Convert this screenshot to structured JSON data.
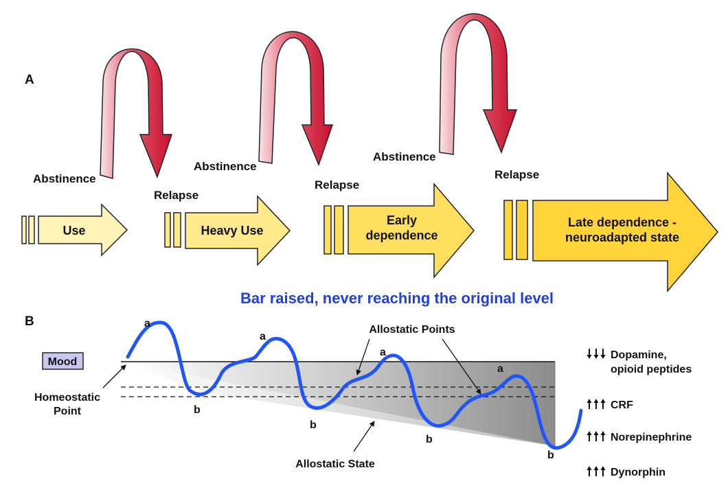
{
  "panel_a": {
    "label": "A",
    "stages": [
      {
        "lines": [
          "Use"
        ]
      },
      {
        "lines": [
          "Heavy Use"
        ]
      },
      {
        "lines": [
          "Early",
          "dependence"
        ]
      },
      {
        "lines": [
          "Late dependence -",
          "neuroadapted state"
        ]
      }
    ],
    "abstinence_label": "Abstinence",
    "relapse_label": "Relapse",
    "colors": {
      "stage_fills": [
        "#fff3b8",
        "#ffe98a",
        "#ffdf5e",
        "#ffd43a"
      ],
      "loop_arrow": "#c8102e"
    }
  },
  "caption": {
    "text": "Bar raised, never reaching the original level",
    "color": "#1f3fe0"
  },
  "panel_b": {
    "label": "B",
    "mood_label": "Mood",
    "peak_label": "a",
    "trough_label": "b",
    "homeostatic_point": [
      "Homeostatic",
      "Point"
    ],
    "allostatic_points": "Allostatic Points",
    "allostatic_state": "Allostatic State",
    "neurochemicals": [
      {
        "direction": "down",
        "lines": [
          "Dopamine,",
          "opioid peptides"
        ]
      },
      {
        "direction": "up",
        "lines": [
          "CRF"
        ]
      },
      {
        "direction": "up",
        "lines": [
          "Norepinephrine"
        ]
      },
      {
        "direction": "up",
        "lines": [
          "Dynorphin"
        ]
      }
    ],
    "colors": {
      "wave": "#1f55ff",
      "mood_box": "#c9c6f2"
    }
  }
}
